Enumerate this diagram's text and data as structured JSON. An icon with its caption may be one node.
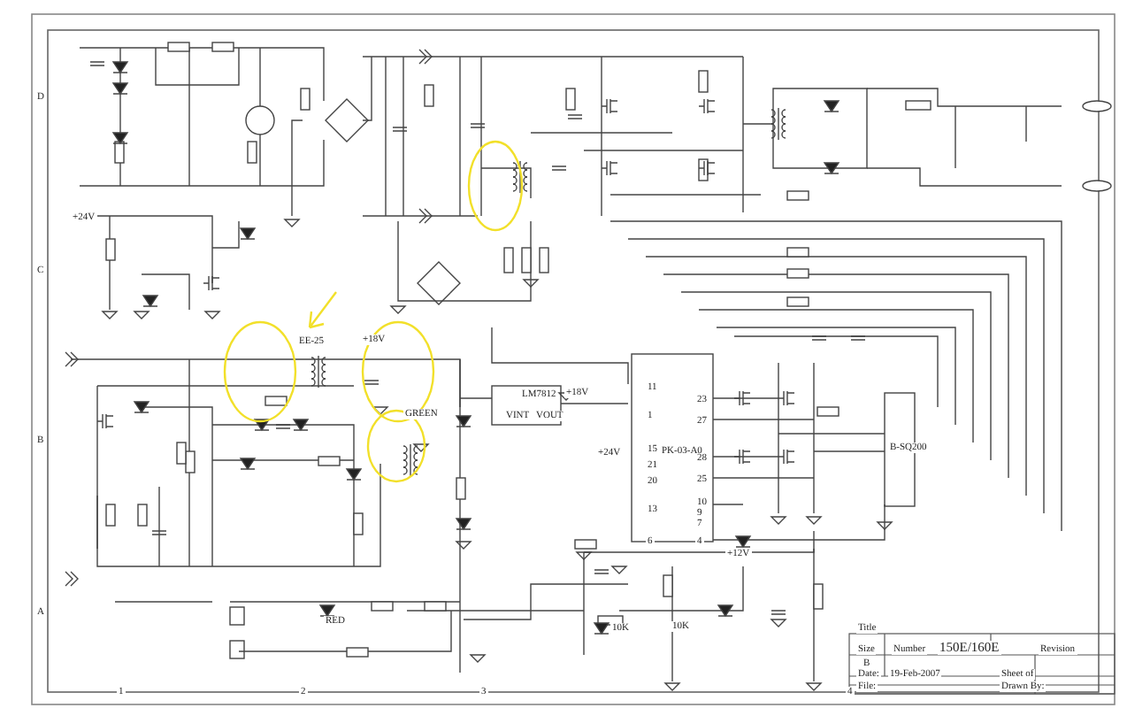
{
  "diagram": {
    "labels": [
      "D",
      "+24V",
      "C",
      "EE-25",
      "+18V",
      "B",
      "GREEN",
      "LM7812",
      "VINT",
      "VOUT",
      "+18V",
      "+24V",
      "PK-03-A0",
      "11",
      "1",
      "15",
      "21",
      "20",
      "13",
      "6",
      "23",
      "27",
      "28",
      "25",
      "10",
      "9",
      "7",
      "4",
      "B-SQ200",
      "A",
      "RED",
      "+12V",
      "10K",
      "10K",
      "Title",
      "Size",
      "Number",
      "150E/160E",
      "Revision",
      "B",
      "Date:",
      "19-Feb-2007",
      "Sheet of",
      "File:",
      "Drawn By:",
      "1",
      "2",
      "3",
      "4"
    ]
  }
}
